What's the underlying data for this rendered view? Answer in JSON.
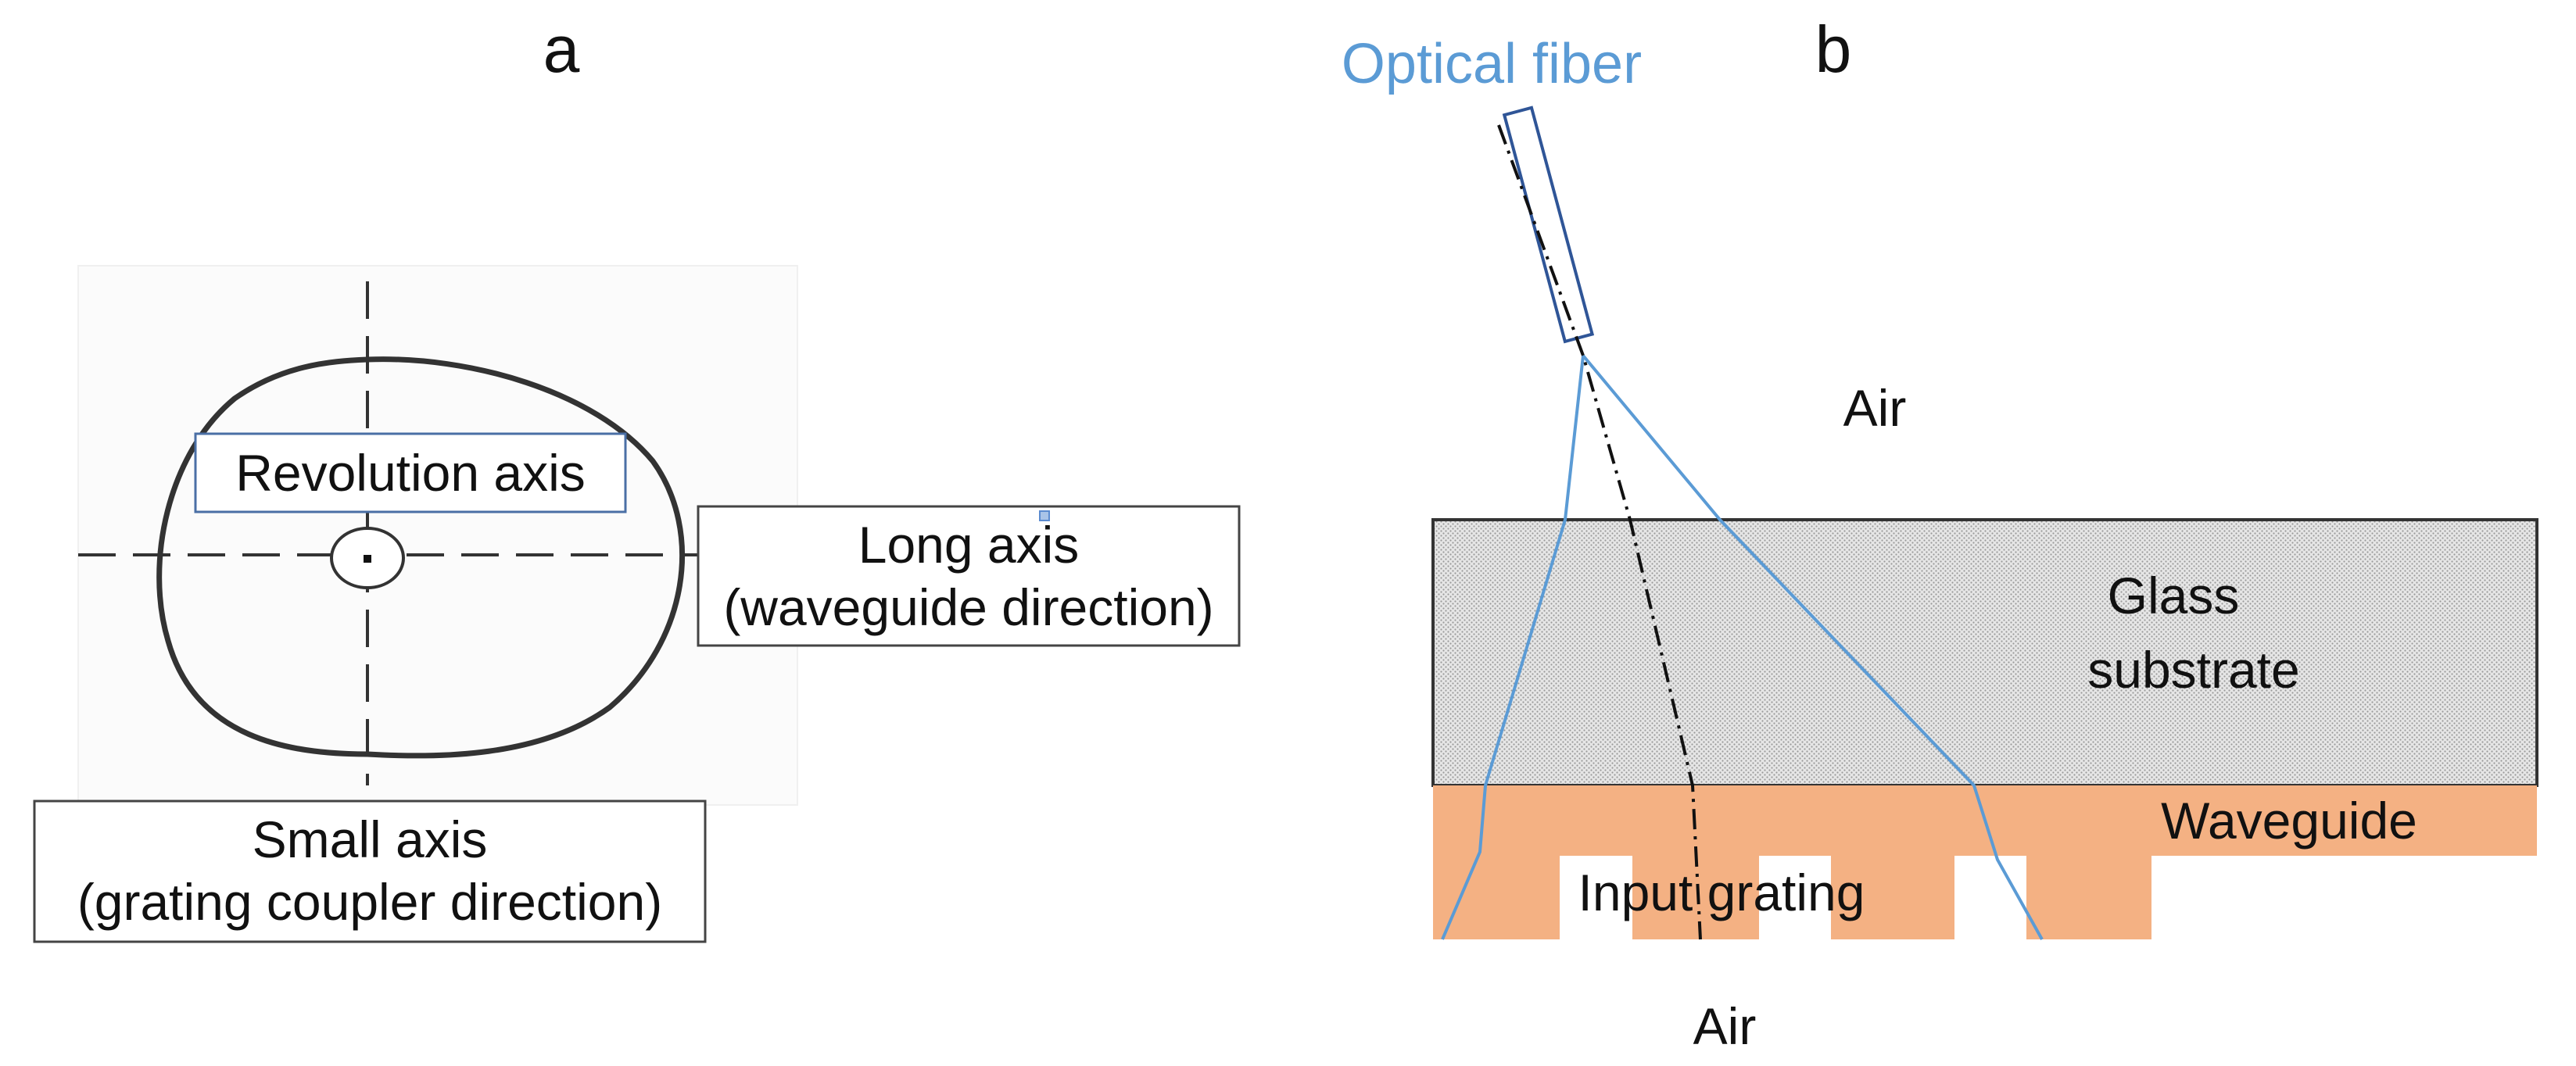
{
  "panel_a": {
    "label": "a",
    "revolution_axis": "Revolution axis",
    "long_axis_line1": "Long axis",
    "long_axis_line2": "(waveguide direction)",
    "small_axis_line1": "Small axis",
    "small_axis_line2": "(grating coupler direction)"
  },
  "panel_b": {
    "label": "b",
    "optical_fiber": "Optical fiber",
    "air_top": "Air",
    "glass_line1": "Glass",
    "glass_line2": "substrate",
    "waveguide": "Waveguide",
    "input_grating": "Input grating",
    "air_bottom": "Air"
  },
  "colors": {
    "fiber_blue": "#5b9bd5",
    "waveguide_orange": "#f4b183",
    "glass_gray": "#d9d9d9",
    "outline": "#333333"
  }
}
